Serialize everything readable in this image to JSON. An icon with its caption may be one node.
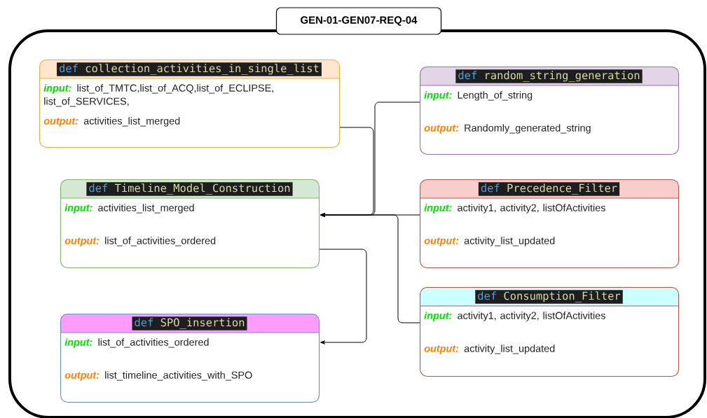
{
  "diagram": {
    "nodes": [
      {
        "text": [
          "GEN-01-GEN07-REQ-04"
        ]
      },
      {
        "text": [
          "def",
          "collection_activities_in_single_list",
          "input:",
          "list_of_TMTC,list_of_ACQ,list_of_ECLIPSE, list_of_SERVICES,",
          "output:",
          "activities_list_merged"
        ],
        "in": 0
      },
      {
        "text": [
          "def",
          "random_string_generation",
          "input:",
          "Length_of_string",
          "output:",
          "Randomly_generated_string"
        ],
        "in": 0
      },
      {
        "text": [
          "def",
          "Timeline_Model_Construction",
          "input:",
          "activities_list_merged",
          "output:",
          "list_of_activities_ordered"
        ],
        "in": 0
      },
      {
        "text": [
          "def",
          "Precedence_Filter",
          "input:",
          "activity1, activity2, listOfActivities",
          "output:",
          "activity_list_updated"
        ],
        "in": 0
      },
      {
        "text": [
          "def",
          "Consumption_Filter",
          "input:",
          "activity1, activity2, listOfActivities",
          "output:",
          "activity_list_updated"
        ],
        "in": 0
      },
      {
        "text": [
          "def",
          "SPO_insertion",
          "input:",
          "list_of_activities_ordered",
          "output:",
          "list_timeline_activities_with_SPO"
        ],
        "in": 0
      }
    ],
    "edges": [
      {
        "from": 1,
        "to": 3,
        "arrow": "to"
      },
      {
        "from": 2,
        "to": 3,
        "arrow": "to"
      },
      {
        "from": 4,
        "to": 3,
        "arrow": "to"
      },
      {
        "from": 5,
        "to": 3,
        "arrow": "to"
      },
      {
        "from": 3,
        "to": 6,
        "arrow": "to"
      }
    ]
  }
}
